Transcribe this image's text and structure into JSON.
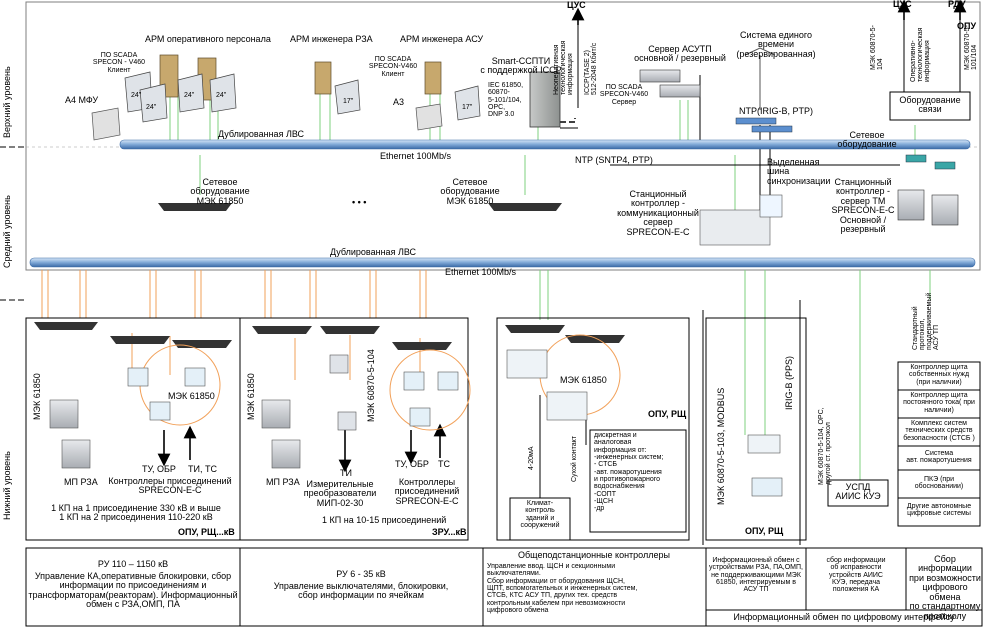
{
  "levels": {
    "top": "Верхний уровень",
    "mid": "Средний уровень",
    "low": "Нижний уровень"
  },
  "ext": {
    "cus_left": "ЦУС",
    "cus_right": "ЦУС",
    "rdu": "РДУ",
    "opu": "ОПУ"
  },
  "top": {
    "arm_operative": "АРМ оперативного персонала",
    "arm_rza": "АРМ инженера РЗА",
    "arm_asu": "АРМ инженера АСУ",
    "scada_client_1": "ПО SCADA\nSPECON - V460\nКлиент",
    "scada_client_2": "ПО SCADA\nSPECON-V460\nКлиент",
    "a4": "А4 МФУ",
    "a3": "А3",
    "monitor_24_1": "24\"",
    "monitor_24_2": "24\"",
    "monitor_24_3": "24\"",
    "monitor_24_4": "24\"",
    "monitor_17_1": "17\"",
    "monitor_17_2": "17\"",
    "smart_sspti": "Smart-ССПТИ\nс поддержкой ICCP",
    "protocols": "IEC 61850,\n60870-\n5-101/104,\nOPC,\nDNP 3.0",
    "iccp": "ICCP(TASE 2)\n512-2048 Кбит/с",
    "nontech": "Неоперативная\nтехнологическая\nинформация",
    "server_asutp": "Сервер АСУТП\nосновной / резервный",
    "scada_server": "ПО SCADA\nSPECON-V460\nСервер",
    "time_system": "Система единого времени\n(резервированная)",
    "ntp_irig": "NTP(IRIG-B, PTP)",
    "mek_104_a": "МЭК 60870-5-\n104",
    "mek_104_b": "МЭК 60870-5-\n101/104",
    "oper_tech": "Оперативно-\nтехнологическая\nинформация",
    "comm_equipment": "Оборудование\nсвязи",
    "lan_top": "Дублированная ЛВС",
    "ethernet_top": "Ethernet 100Mb/s",
    "ntp_sntp": "NTP (SNTP4, PTP)"
  },
  "mid": {
    "net_eq_1": "Сетевое\nоборудование\nМЭК 61850",
    "dots": "• • •",
    "net_eq_2": "Сетевое\nоборудование\nМЭК 61850",
    "station_ctrl": "Станционный\nконтроллер -\nкоммуникационный\nсервер\nSPRECON-E-C",
    "sync_bus": "Выделенная\nшина\nсинхронизации",
    "net_eq_3": "Сетевое\nоборудование",
    "station_tm": "Станционный\nконтроллер -\nсервер ТМ\nSPRECON-E-C\nОсновной /\nрезервный",
    "lan_mid": "Дублированная ЛВС",
    "ethernet_mid": "Ethernet 100Mb/s"
  },
  "low": {
    "mek61850_v1": "МЭК 61850",
    "mp_rza_1": "МП РЗА",
    "mek61850_c1": "МЭК 61850",
    "tu_obr_1": "ТУ, ОБР",
    "ti_ts_1": "ТИ, ТС",
    "ctrl_1": "Контроллеры присоединений\nSPRECON-E-C",
    "kp_1": "1 КП на 1 присоединение 330 кВ и выше\n1 КП на 2 присоединения 110-220 кВ",
    "opu_rsch_kv": "ОПУ, РЩ...кВ",
    "mek61850_v2": "МЭК 61850",
    "mp_rza_2": "МП РЗА",
    "ti": "ТИ",
    "meas": "Измерительные\nпреобразователи\nМИП-02-30",
    "mek104_v": "МЭК 60870-5-104",
    "tu_obr_2": "ТУ, ОБР",
    "ts_2": "ТС",
    "ctrl_2": "Контроллеры\nприсоединений\nSPRECON-E-C",
    "kp_2": "1 КП на 10-15 присоединений",
    "zru": "ЗРУ...кВ",
    "mek61850_c3": "МЭК 61850",
    "opu_rsch_1": "ОПУ, РЩ",
    "dry_contact": "Сухой контакт",
    "ma": "4-20мА",
    "discrete": "дискретная и\nаналоговая\nинформация от:\n-инженерных систем;\n- СТСБ\n-авт. пожаротушения\nи противопожарного\nводоснабжения\n-СОПТ\n-ЩСН\n-др",
    "climate": "Климат-\nконтроль\nзданий и\nсооружений",
    "mek_103": "МЭК 60870-5-103, MODBUS",
    "irig_pps": "IRIG-B (PPS)",
    "opu_rsch_2": "ОПУ, РЩ",
    "mek_104_opc": "МЭК 60870-5-104, OPC,\nдругой ст. протокол",
    "uspd": "УСПД\nАИИС КУЭ",
    "std_protocol": "Стандартный\nпротокол,\nподдерживаемый\nАСУ ТП",
    "list": [
      "Контроллер щита\nсобственных нужд\n(при наличии)",
      "Контроллер щита\nпостоянного тока( при\nналичии)",
      "Комплекс систем\nтехнических средств\nбезопасности (СТСБ )",
      "Система\nавт. пожаротушения",
      "ПКЭ (при\nобоснованиии)",
      "Другие автономные\nцифровые системы"
    ]
  },
  "bottom": {
    "c1_title": "РУ 110 – 1150 кВ",
    "c1_text": "Управление КА,оперативные блокировки, сбор\nинформации по присоединениям и\nтрансформаторам(реакторам). Информационный\nобмен с РЗА,ОМП, ПА",
    "c2_title": "РУ 6 - 35 кВ",
    "c2_text": "Управление выключателями, блокировки,\nсбор информации по ячейкам",
    "c3_title": "Общеподстанционные контроллеры",
    "c3_text": "Управление ввод. ЩСН и секционными\nвыключателями.\nСбор информации от оборудования ЩСН,\nЩПТ, вспомогательных и инженерных систем,\nСТСБ, КТС АСУ ТП, других тех. средств\nконтрольным кабелем при невозможности\nцифрового обмена",
    "c4_text": "Информационный обмен с\nустройствами РЗА, ПА,ОМП,\nне поддерживающими МЭК\n61850, интегрируемым в\nАСУ ТП",
    "c5_text": "сбор информации\nоб исправности\nустройств АИИС\nКУЭ, передача\nположения КА",
    "c6_text": "Сбор информации\nпри возможности\nцифрового обмена\nпо стандартному\nпротоколу",
    "c456_footer": "Информационный обмен по цифровому интерфейсу"
  }
}
